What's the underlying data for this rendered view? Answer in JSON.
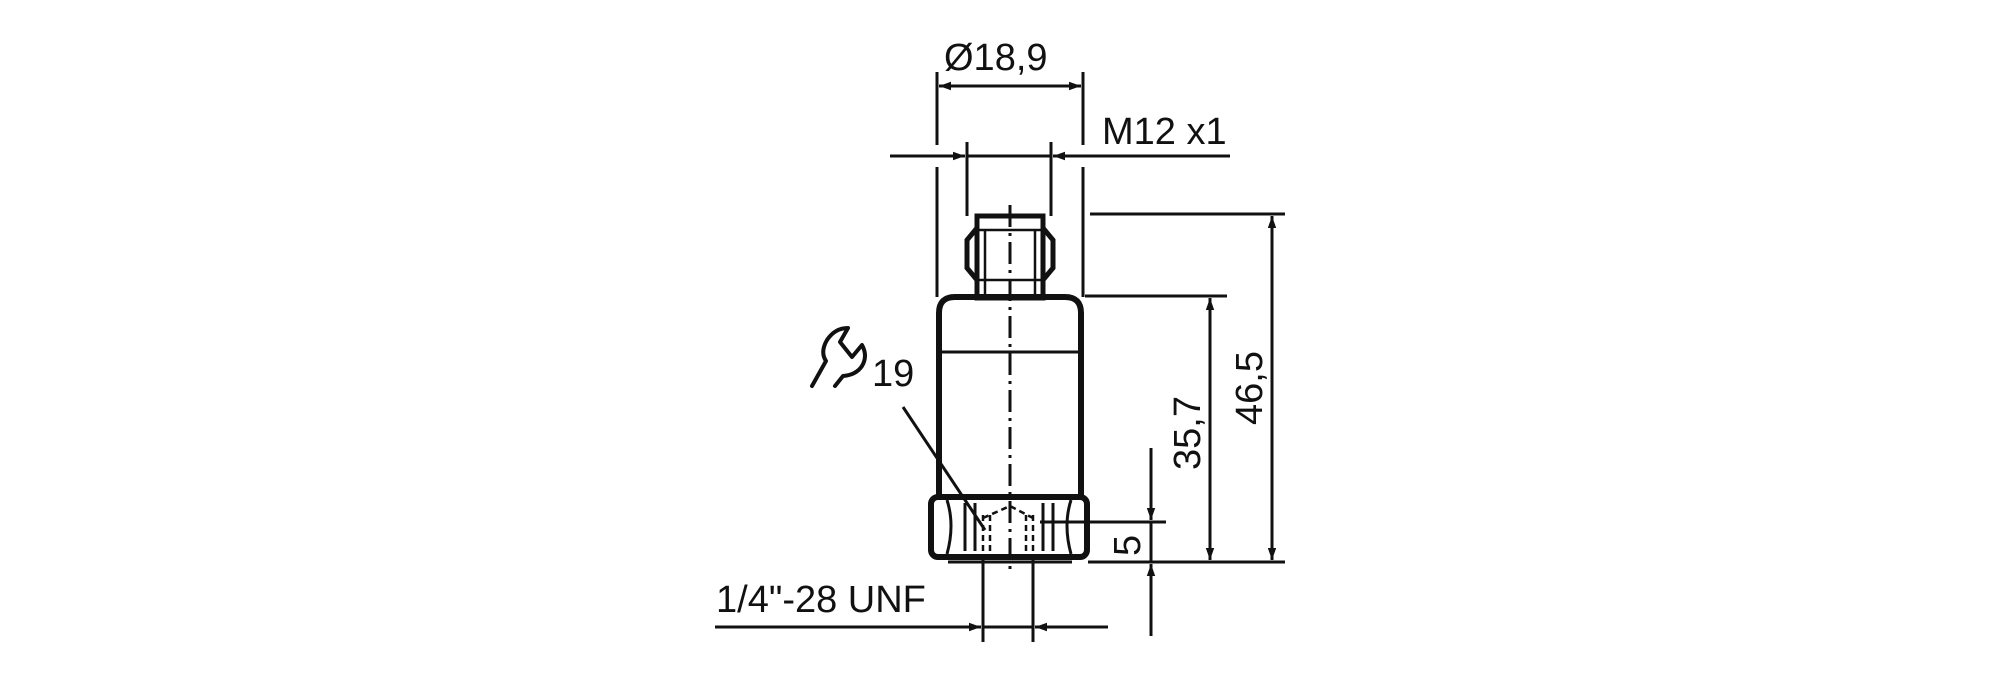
{
  "drawing": {
    "type": "technical-dimension-drawing",
    "subject": "sensor housing with M12 connector",
    "background": "#ffffff",
    "line_color": "#111111",
    "dimensions": {
      "diameter": {
        "symbol": "Ø",
        "value": "18,9",
        "label": "Ø18,9"
      },
      "connector_thread": {
        "label": "M12 x1"
      },
      "total_height": {
        "value": "46,5",
        "label": "46,5"
      },
      "body_height": {
        "value": "35,7",
        "label": "35,7"
      },
      "hex_height": {
        "value": "5",
        "label": "5"
      },
      "wrench_size": {
        "icon": "wrench-icon",
        "value": "19",
        "label": "19"
      },
      "mounting_thread": {
        "label": "1/4\"-28 UNF"
      }
    }
  }
}
